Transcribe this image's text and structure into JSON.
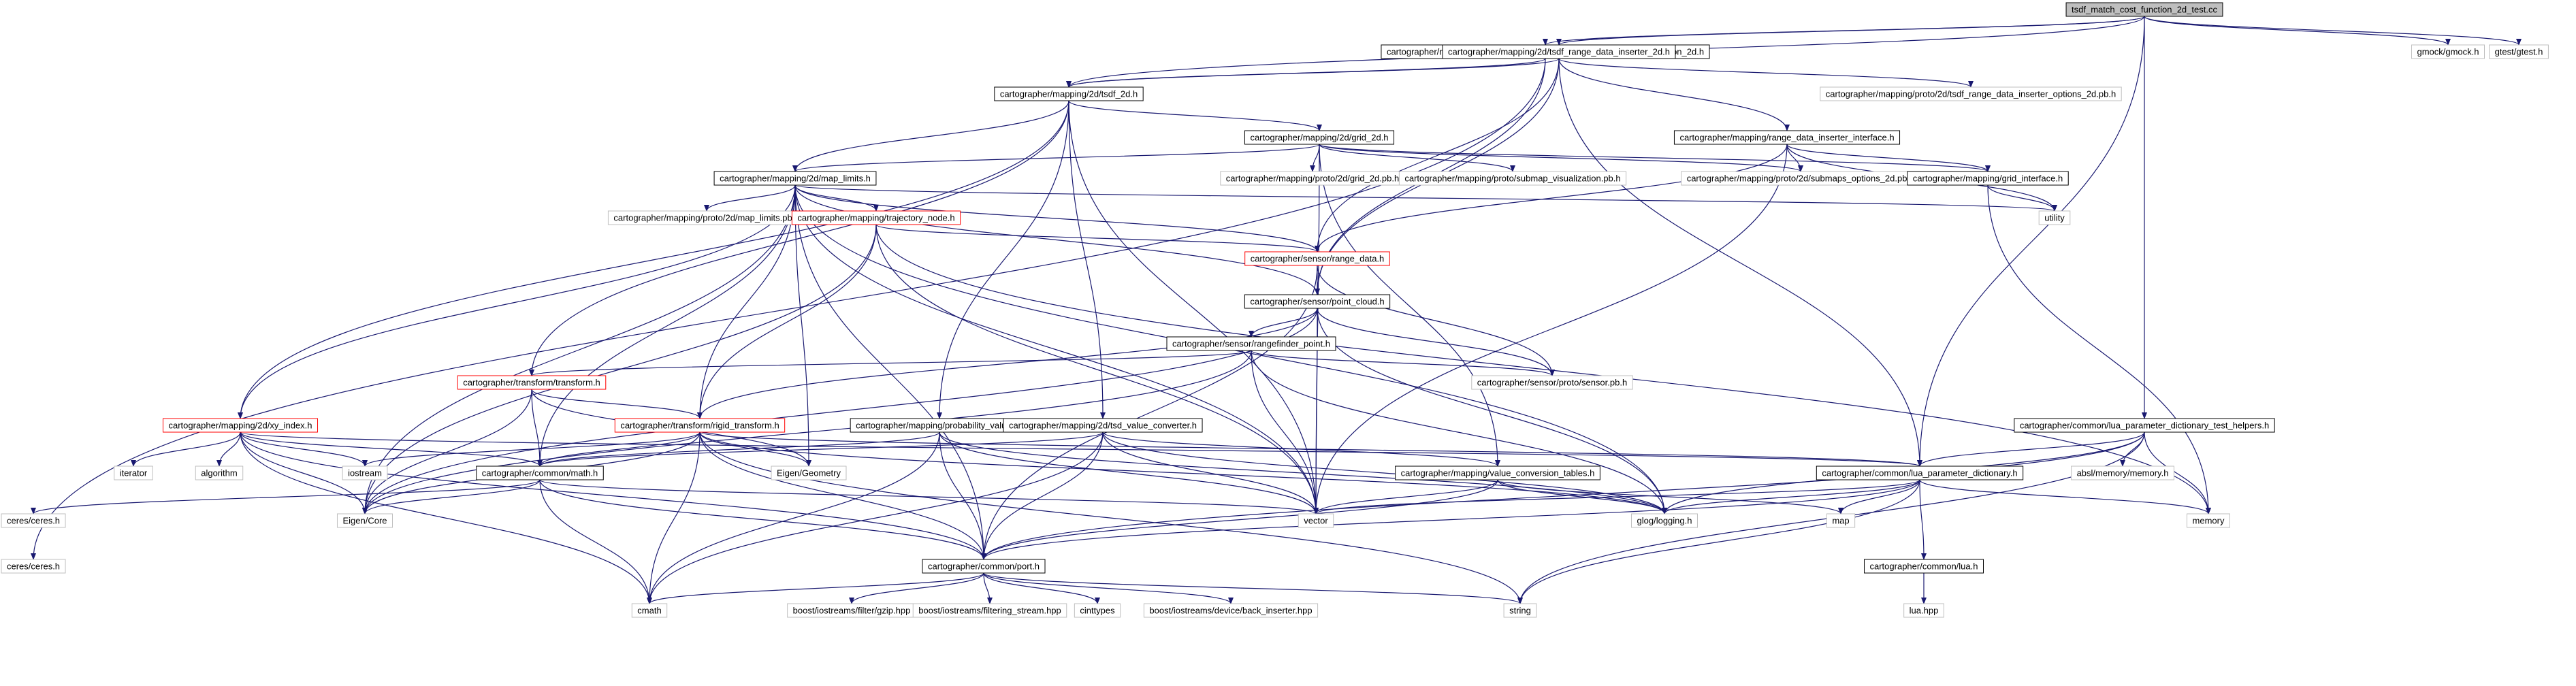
{
  "diagram": {
    "colors": {
      "edge": "#191970",
      "root_fill": "#bfbfbf",
      "node_border_internal": "#000000",
      "node_border_incomplete": "#ff0000",
      "node_border_external": "#bfbfbf"
    },
    "nodes": [
      {
        "id": "root",
        "label": "tsdf_match_cost_function_2d_test.cc",
        "style": "root"
      },
      {
        "id": "tsdf_cost",
        "label": "cartographer/mapping/internal/2d/scan_matching/tsdf_match_cost_function_2d.h",
        "style": "internal"
      },
      {
        "id": "tsdf_inserter",
        "label": "cartographer/mapping/2d/tsdf_range_data_inserter_2d.h",
        "style": "internal"
      },
      {
        "id": "gmock",
        "label": "gmock/gmock.h",
        "style": "external"
      },
      {
        "id": "gtest",
        "label": "gtest/gtest.h",
        "style": "external"
      },
      {
        "id": "tsdf2d",
        "label": "cartographer/mapping/2d/tsdf_2d.h",
        "style": "internal"
      },
      {
        "id": "inserter_opts_pb",
        "label": "cartographer/mapping/proto/2d/tsdf_range_data_inserter_options_2d.pb.h",
        "style": "external"
      },
      {
        "id": "ceres",
        "label": "ceres/ceres.h",
        "style": "external"
      },
      {
        "id": "grid2d",
        "label": "cartographer/mapping/2d/grid_2d.h",
        "style": "internal"
      },
      {
        "id": "rdi_iface",
        "label": "cartographer/mapping/range_data_inserter_interface.h",
        "style": "internal"
      },
      {
        "id": "map_limits",
        "label": "cartographer/mapping/2d/map_limits.h",
        "style": "internal"
      },
      {
        "id": "grid2d_pb",
        "label": "cartographer/mapping/proto/2d/grid_2d.pb.h",
        "style": "external"
      },
      {
        "id": "submap_vis_pb",
        "label": "cartographer/mapping/proto/submap_visualization.pb.h",
        "style": "external"
      },
      {
        "id": "submaps_opts_pb",
        "label": "cartographer/mapping/proto/2d/submaps_options_2d.pb.h",
        "style": "external"
      },
      {
        "id": "grid_iface",
        "label": "cartographer/mapping/grid_interface.h",
        "style": "internal"
      },
      {
        "id": "utility",
        "label": "utility",
        "style": "external"
      },
      {
        "id": "map_limits_pb",
        "label": "cartographer/mapping/proto/2d/map_limits.pb.h",
        "style": "external"
      },
      {
        "id": "traj_node",
        "label": "cartographer/mapping/trajectory_node.h",
        "style": "incomplete"
      },
      {
        "id": "range_data",
        "label": "cartographer/sensor/range_data.h",
        "style": "incomplete"
      },
      {
        "id": "point_cloud",
        "label": "cartographer/sensor/point_cloud.h",
        "style": "internal"
      },
      {
        "id": "rangefinder",
        "label": "cartographer/sensor/rangefinder_point.h",
        "style": "internal"
      },
      {
        "id": "sensor_pb",
        "label": "cartographer/sensor/proto/sensor.pb.h",
        "style": "external"
      },
      {
        "id": "transform",
        "label": "cartographer/transform/transform.h",
        "style": "incomplete"
      },
      {
        "id": "xy_index",
        "label": "cartographer/mapping/2d/xy_index.h",
        "style": "incomplete"
      },
      {
        "id": "rigid",
        "label": "cartographer/transform/rigid_transform.h",
        "style": "incomplete"
      },
      {
        "id": "prob_values",
        "label": "cartographer/mapping/probability_values.h",
        "style": "internal"
      },
      {
        "id": "tsd_conv",
        "label": "cartographer/mapping/2d/tsd_value_converter.h",
        "style": "internal"
      },
      {
        "id": "lua_test_helpers",
        "label": "cartographer/common/lua_parameter_dictionary_test_helpers.h",
        "style": "internal"
      },
      {
        "id": "iterator",
        "label": "iterator",
        "style": "external"
      },
      {
        "id": "algorithm",
        "label": "algorithm",
        "style": "external"
      },
      {
        "id": "iostream",
        "label": "iostream",
        "style": "external"
      },
      {
        "id": "math",
        "label": "cartographer/common/math.h",
        "style": "internal"
      },
      {
        "id": "eigen_geom",
        "label": "Eigen/Geometry",
        "style": "external"
      },
      {
        "id": "value_tables",
        "label": "cartographer/mapping/value_conversion_tables.h",
        "style": "internal"
      },
      {
        "id": "lua_dict",
        "label": "cartographer/common/lua_parameter_dictionary.h",
        "style": "internal"
      },
      {
        "id": "absl_memory",
        "label": "absl/memory/memory.h",
        "style": "external"
      },
      {
        "id": "ceres2",
        "label": "ceres/ceres.h",
        "style": "external"
      },
      {
        "id": "eigen_core",
        "label": "Eigen/Core",
        "style": "external"
      },
      {
        "id": "vector",
        "label": "vector",
        "style": "external"
      },
      {
        "id": "glog",
        "label": "glog/logging.h",
        "style": "external"
      },
      {
        "id": "map",
        "label": "map",
        "style": "external"
      },
      {
        "id": "memory",
        "label": "memory",
        "style": "external"
      },
      {
        "id": "port",
        "label": "cartographer/common/port.h",
        "style": "internal"
      },
      {
        "id": "lua_h",
        "label": "cartographer/common/lua.h",
        "style": "internal"
      },
      {
        "id": "cmath",
        "label": "cmath",
        "style": "external"
      },
      {
        "id": "gzip",
        "label": "boost/iostreams/filter/gzip.hpp",
        "style": "external"
      },
      {
        "id": "filt_stream",
        "label": "boost/iostreams/filtering_stream.hpp",
        "style": "external"
      },
      {
        "id": "cinttypes",
        "label": "cinttypes",
        "style": "external"
      },
      {
        "id": "back_ins",
        "label": "boost/iostreams/device/back_inserter.hpp",
        "style": "external"
      },
      {
        "id": "string",
        "label": "string",
        "style": "external"
      },
      {
        "id": "lua_hpp",
        "label": "lua.hpp",
        "style": "external"
      }
    ],
    "edges": [
      [
        "root",
        "tsdf_cost"
      ],
      [
        "root",
        "tsdf_inserter"
      ],
      [
        "root",
        "gmock"
      ],
      [
        "root",
        "gtest"
      ],
      [
        "root",
        "tsdf2d"
      ],
      [
        "root",
        "lua_dict"
      ],
      [
        "root",
        "lua_test_helpers"
      ],
      [
        "tsdf_cost",
        "tsdf2d"
      ],
      [
        "tsdf_cost",
        "ceres"
      ],
      [
        "tsdf_cost",
        "point_cloud"
      ],
      [
        "tsdf_inserter",
        "tsdf2d"
      ],
      [
        "tsdf_inserter",
        "inserter_opts_pb"
      ],
      [
        "tsdf_inserter",
        "rdi_iface"
      ],
      [
        "tsdf_inserter",
        "range_data"
      ],
      [
        "tsdf_inserter",
        "point_cloud"
      ],
      [
        "tsdf_inserter",
        "lua_dict"
      ],
      [
        "tsdf2d",
        "grid2d"
      ],
      [
        "tsdf2d",
        "map_limits"
      ],
      [
        "tsdf2d",
        "xy_index"
      ],
      [
        "tsdf2d",
        "transform"
      ],
      [
        "tsdf2d",
        "prob_values"
      ],
      [
        "tsdf2d",
        "tsd_conv"
      ],
      [
        "tsdf2d",
        "vector"
      ],
      [
        "grid2d",
        "map_limits"
      ],
      [
        "grid2d",
        "grid2d_pb"
      ],
      [
        "grid2d",
        "submap_vis_pb"
      ],
      [
        "grid2d",
        "submaps_opts_pb"
      ],
      [
        "grid2d",
        "grid_iface"
      ],
      [
        "grid2d",
        "value_tables"
      ],
      [
        "grid2d",
        "vector"
      ],
      [
        "rdi_iface",
        "submaps_opts_pb"
      ],
      [
        "rdi_iface",
        "grid_iface"
      ],
      [
        "rdi_iface",
        "utility"
      ],
      [
        "rdi_iface",
        "range_data"
      ],
      [
        "rdi_iface",
        "vector"
      ],
      [
        "grid_iface",
        "utility"
      ],
      [
        "grid_iface",
        "memory"
      ],
      [
        "map_limits",
        "map_limits_pb"
      ],
      [
        "map_limits",
        "traj_node"
      ],
      [
        "map_limits",
        "range_data"
      ],
      [
        "map_limits",
        "point_cloud"
      ],
      [
        "map_limits",
        "xy_index"
      ],
      [
        "map_limits",
        "rigid"
      ],
      [
        "map_limits",
        "math"
      ],
      [
        "map_limits",
        "eigen_geom"
      ],
      [
        "map_limits",
        "eigen_core"
      ],
      [
        "map_limits",
        "vector"
      ],
      [
        "map_limits",
        "glog"
      ],
      [
        "map_limits",
        "port"
      ],
      [
        "map_limits",
        "utility"
      ],
      [
        "traj_node",
        "range_data"
      ],
      [
        "traj_node",
        "rigid"
      ],
      [
        "traj_node",
        "eigen_core"
      ],
      [
        "traj_node",
        "vector"
      ],
      [
        "traj_node",
        "memory"
      ],
      [
        "range_data",
        "point_cloud"
      ],
      [
        "range_data",
        "sensor_pb"
      ],
      [
        "range_data",
        "port"
      ],
      [
        "point_cloud",
        "rangefinder"
      ],
      [
        "point_cloud",
        "sensor_pb"
      ],
      [
        "point_cloud",
        "rigid"
      ],
      [
        "point_cloud",
        "eigen_core"
      ],
      [
        "point_cloud",
        "vector"
      ],
      [
        "point_cloud",
        "glog"
      ],
      [
        "rangefinder",
        "sensor_pb"
      ],
      [
        "rangefinder",
        "transform"
      ],
      [
        "rangefinder",
        "eigen_core"
      ],
      [
        "rangefinder",
        "vector"
      ],
      [
        "rangefinder",
        "glog"
      ],
      [
        "transform",
        "rigid"
      ],
      [
        "transform",
        "math"
      ],
      [
        "transform",
        "eigen_core"
      ],
      [
        "transform",
        "eigen_geom"
      ],
      [
        "xy_index",
        "iterator"
      ],
      [
        "xy_index",
        "algorithm"
      ],
      [
        "xy_index",
        "iostream"
      ],
      [
        "xy_index",
        "math"
      ],
      [
        "xy_index",
        "eigen_core"
      ],
      [
        "xy_index",
        "port"
      ],
      [
        "xy_index",
        "cmath"
      ],
      [
        "xy_index",
        "lua_dict"
      ],
      [
        "rigid",
        "iostream"
      ],
      [
        "rigid",
        "math"
      ],
      [
        "rigid",
        "eigen_core"
      ],
      [
        "rigid",
        "eigen_geom"
      ],
      [
        "rigid",
        "port"
      ],
      [
        "rigid",
        "cmath"
      ],
      [
        "rigid",
        "string"
      ],
      [
        "rigid",
        "glog"
      ],
      [
        "rigid",
        "lua_dict"
      ],
      [
        "prob_values",
        "math"
      ],
      [
        "prob_values",
        "port"
      ],
      [
        "prob_values",
        "cmath"
      ],
      [
        "prob_values",
        "vector"
      ],
      [
        "prob_values",
        "glog"
      ],
      [
        "tsd_conv",
        "math"
      ],
      [
        "tsd_conv",
        "port"
      ],
      [
        "tsd_conv",
        "value_tables"
      ],
      [
        "tsd_conv",
        "vector"
      ],
      [
        "tsd_conv",
        "glog"
      ],
      [
        "tsd_conv",
        "cmath"
      ],
      [
        "lua_test_helpers",
        "lua_dict"
      ],
      [
        "lua_test_helpers",
        "port"
      ],
      [
        "lua_test_helpers",
        "absl_memory"
      ],
      [
        "lua_test_helpers",
        "glog"
      ],
      [
        "lua_test_helpers",
        "memory"
      ],
      [
        "lua_test_helpers",
        "string"
      ],
      [
        "math",
        "ceres2"
      ],
      [
        "math",
        "eigen_core"
      ],
      [
        "math",
        "port"
      ],
      [
        "math",
        "cmath"
      ],
      [
        "math",
        "vector"
      ],
      [
        "value_tables",
        "port"
      ],
      [
        "value_tables",
        "vector"
      ],
      [
        "value_tables",
        "glog"
      ],
      [
        "value_tables",
        "map"
      ],
      [
        "lua_dict",
        "lua_h"
      ],
      [
        "lua_dict",
        "port"
      ],
      [
        "lua_dict",
        "vector"
      ],
      [
        "lua_dict",
        "glog"
      ],
      [
        "lua_dict",
        "map"
      ],
      [
        "lua_dict",
        "memory"
      ],
      [
        "lua_dict",
        "string"
      ],
      [
        "port",
        "cmath"
      ],
      [
        "port",
        "gzip"
      ],
      [
        "port",
        "filt_stream"
      ],
      [
        "port",
        "cinttypes"
      ],
      [
        "port",
        "back_ins"
      ],
      [
        "port",
        "string"
      ],
      [
        "lua_h",
        "lua_hpp"
      ]
    ]
  }
}
